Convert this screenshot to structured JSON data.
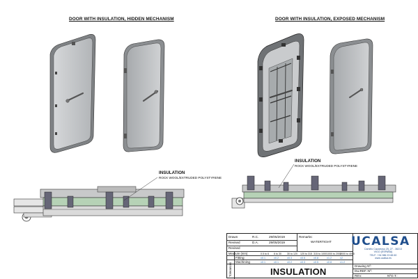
{
  "sections": {
    "hidden_title": "DOOR WITH INSULATION, HIDDEN MECHANISM",
    "exposed_title": "DOOR WITH INSULATION, EXPOSED MECHANISM"
  },
  "callouts": {
    "left": {
      "label": "INSULATION",
      "sublabel": "ROCK WOOL/EXTRUDED POLYSTYRENE"
    },
    "right": {
      "label": "INSULATION",
      "sublabel": "ROCK WOOL/EXTRUDED POLYSTYRENE"
    }
  },
  "title_block": {
    "rows": [
      {
        "label": "Drawn",
        "initials": "R.C.",
        "date": "29/05/2019"
      },
      {
        "label": "Revised",
        "initials": "D.A.",
        "date": "29/05/2019"
      },
      {
        "label": "Revised",
        "initials": "",
        "date": ""
      }
    ],
    "remarks_label": "Remarks:",
    "remarks_value": "WATERTIGHT",
    "measures_label": "Measure (mm)",
    "measure_ranges": [
      "0.5 to 6",
      "6 to 30",
      "30 to 120",
      "120 to 315",
      "315 to 1000",
      "1000 to 2000",
      "2000 to 4000"
    ],
    "tolerance_label": "Tolerances",
    "fitting_label": "Fitting",
    "fitting_values": [
      "±0.1",
      "±0.2",
      "±0.3",
      "±0.5",
      "±0.8",
      "±1.2",
      "±2"
    ],
    "machining_label": "Machining",
    "machining_values": [
      "±0.1",
      "±0.1",
      "±0.2",
      "±0.3",
      "±0.5",
      "±0.8",
      "±1.2"
    ],
    "drawing_title": "INSULATION",
    "drawing_no_label": "Drawing Nº:",
    "dwref_label": "Dw.REF.:Nº:",
    "rev_label": "REV.",
    "not_label": "NºO.T.:",
    "logo": "UCALSA",
    "company_lines": [
      "Camiño Cazarroso 25, 27 - 36213",
      "VIGO (ESPAÑA)",
      "TELF: +34 986 23 88 60",
      "www.ucalsa.es"
    ]
  },
  "colors": {
    "door": "#c4c6c8",
    "door_dark": "#8d9093",
    "line": "#222222",
    "accent": "#1f4e8c"
  }
}
